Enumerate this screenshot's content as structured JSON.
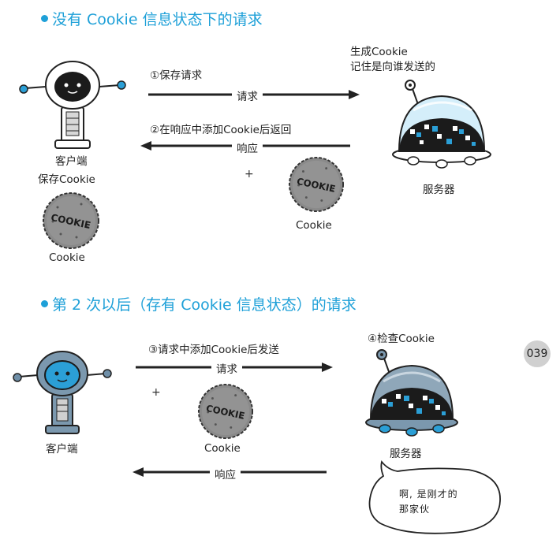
{
  "section1": {
    "heading": "没有 Cookie 信息状态下的请求",
    "step1": "①保存请求",
    "request_label": "请求",
    "step2": "②在响应中添加Cookie后返回",
    "response_label": "响应",
    "server_note_line1": "生成Cookie",
    "server_note_line2": "记住是向谁发送的",
    "client_label": "客户端",
    "client_save": "保存Cookie",
    "plus": "+",
    "cookie_caption_server": "Cookie",
    "cookie_caption_client": "Cookie",
    "server_label": "服务器",
    "cookie_text": "COOKIE"
  },
  "section2": {
    "heading": "第 2 次以后（存有 Cookie 信息状态）的请求",
    "step3": "③请求中添加Cookie后发送",
    "request_label": "请求",
    "step4": "④检查Cookie",
    "response_label": "响应",
    "client_label": "客户端",
    "plus": "+",
    "cookie_caption": "Cookie",
    "server_label": "服务器",
    "bubble_line1": "啊, 是刚才的",
    "bubble_line2": "那家伙",
    "cookie_text": "COOKIE"
  },
  "page_number": "039",
  "colors": {
    "accent": "#1ea0d8",
    "screen_blue": "#2b9fd6",
    "dome_light": "#d4eefa",
    "dark": "#1b1b1b",
    "cookie_gray": "#8a8a8a"
  }
}
